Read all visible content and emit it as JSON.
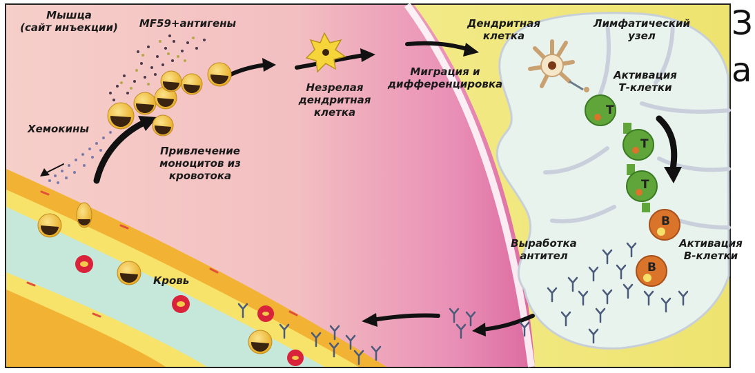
{
  "labels": {
    "muscle": [
      "Мышца",
      "(сайт инъекции)"
    ],
    "mf59": "MF59+антигены",
    "chemokines": "Хемокины",
    "recruitment": [
      "Привлечение",
      "моноцитов из",
      "кровотока"
    ],
    "immature_dc": [
      "Незрелая",
      "дендритная",
      "клетка"
    ],
    "migration": [
      "Миграция и",
      "дифференцировка"
    ],
    "dendritic_cell": [
      "Дендритная",
      "клетка"
    ],
    "lymph_node": [
      "Лимфатический",
      "узел"
    ],
    "t_activation": [
      "Активация",
      "Т-клетки"
    ],
    "antibody_production": [
      "Выработка",
      "антител"
    ],
    "b_activation": [
      "Активация",
      "В-клетки"
    ],
    "blood": "Кровь"
  },
  "cell_letters": {
    "t": "T",
    "b": "B"
  },
  "side_text": [
    "З",
    "а"
  ],
  "colors": {
    "muscle_bg": "#f4c9c4",
    "muscle_pink": "#e27aa8",
    "lymph_yellow": "#f2ea8a",
    "node_fill": "#eaf2ec",
    "vessel_orange": "#f0b13a",
    "vessel_inner": "#bfe6d8",
    "t_cell": "#5fa53a",
    "b_cell": "#d9742a",
    "rbc": "#d9233a",
    "monocyte": "#f6c93a",
    "antibody": "#4a5a7a"
  }
}
